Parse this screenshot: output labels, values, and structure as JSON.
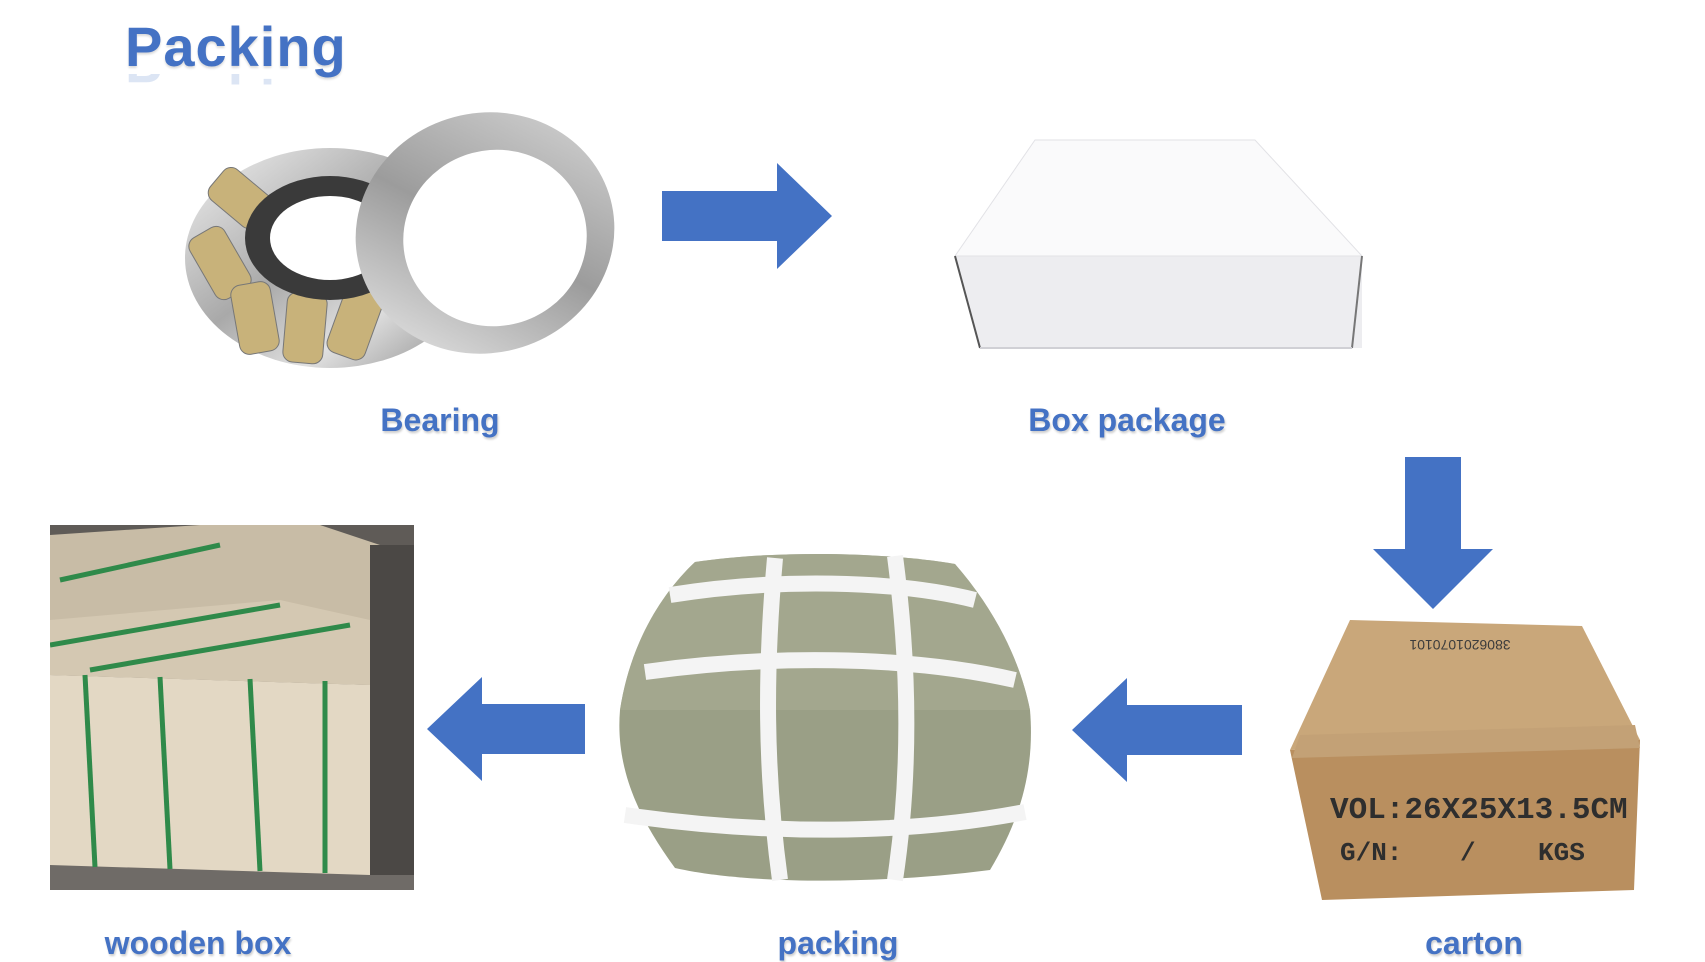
{
  "title": "Packing",
  "accent_color": "#4472c4",
  "steps": [
    {
      "label": "Bearing"
    },
    {
      "label": "Box package"
    },
    {
      "label": "carton"
    },
    {
      "label": "packing"
    },
    {
      "label": "wooden box"
    }
  ],
  "carton_print": {
    "code": "3806201070101",
    "vol": "VOL:26X25X13.5CM",
    "gn": "G/N:",
    "slash": "/",
    "kgs": "KGS"
  },
  "icons": [
    "arrow-right-icon",
    "arrow-down-icon",
    "arrow-left-icon",
    "arrow-left-icon"
  ]
}
